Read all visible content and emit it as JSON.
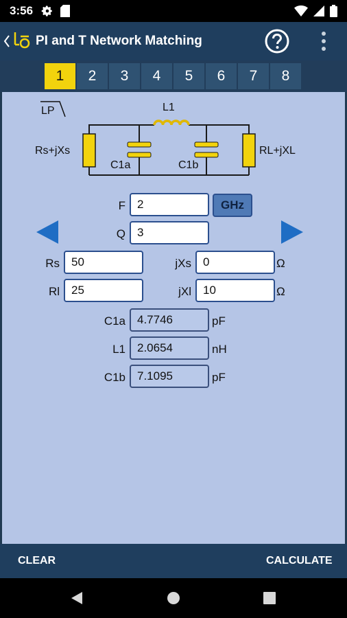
{
  "status": {
    "time": "3:56"
  },
  "appbar": {
    "title": "PI and T Network Matching"
  },
  "tabs": [
    {
      "label": "1",
      "active": true
    },
    {
      "label": "2"
    },
    {
      "label": "3"
    },
    {
      "label": "4"
    },
    {
      "label": "5"
    },
    {
      "label": "6"
    },
    {
      "label": "7"
    },
    {
      "label": "8"
    }
  ],
  "schematic": {
    "filter_type": "LP",
    "inductor": "L1",
    "source": "Rs+jXs",
    "cap_a": "C1a",
    "cap_b": "C1b",
    "load": "RL+jXL",
    "accent_color": "#f2d30d"
  },
  "form": {
    "f_label": "F",
    "f_value": "2",
    "f_unit": "GHz",
    "q_label": "Q",
    "q_value": "3",
    "rs_label": "Rs",
    "rs_value": "50",
    "jxs_label": "jXs",
    "jxs_value": "0",
    "jxs_unit": "Ω",
    "rl_label": "Rl",
    "rl_value": "25",
    "jxl_label": "jXl",
    "jxl_value": "10",
    "jxl_unit": "Ω"
  },
  "results": [
    {
      "label": "C1a",
      "value": "4.7746",
      "unit": "pF"
    },
    {
      "label": "L1",
      "value": "2.0654",
      "unit": "nH"
    },
    {
      "label": "C1b",
      "value": "7.1095",
      "unit": "pF"
    }
  ],
  "bottom": {
    "clear": "CLEAR",
    "calculate": "CALCULATE"
  }
}
